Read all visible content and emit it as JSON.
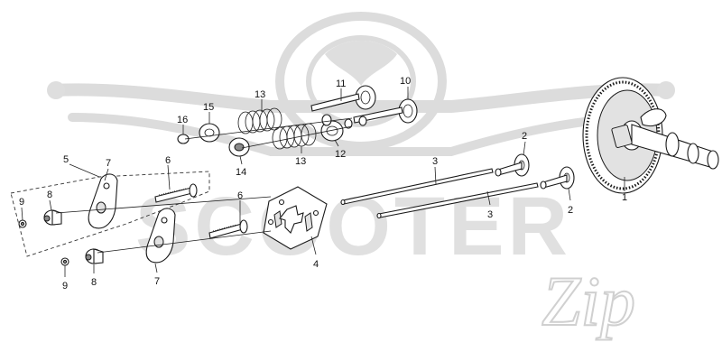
{
  "watermark": {
    "brand_line1": "SCOOTER",
    "brand_line2": "Zip"
  },
  "callouts": {
    "c1": "1",
    "c2a": "2",
    "c2b": "2",
    "c3a": "3",
    "c3b": "3",
    "c4": "4",
    "c5": "5",
    "c6a": "6",
    "c6b": "6",
    "c7a": "7",
    "c7b": "7",
    "c8a": "8",
    "c8b": "8",
    "c9a": "9",
    "c9b": "9",
    "c10": "10",
    "c11": "11",
    "c12": "12",
    "c13a": "13",
    "c13b": "13",
    "c14": "14",
    "c15": "15",
    "c16": "16"
  }
}
